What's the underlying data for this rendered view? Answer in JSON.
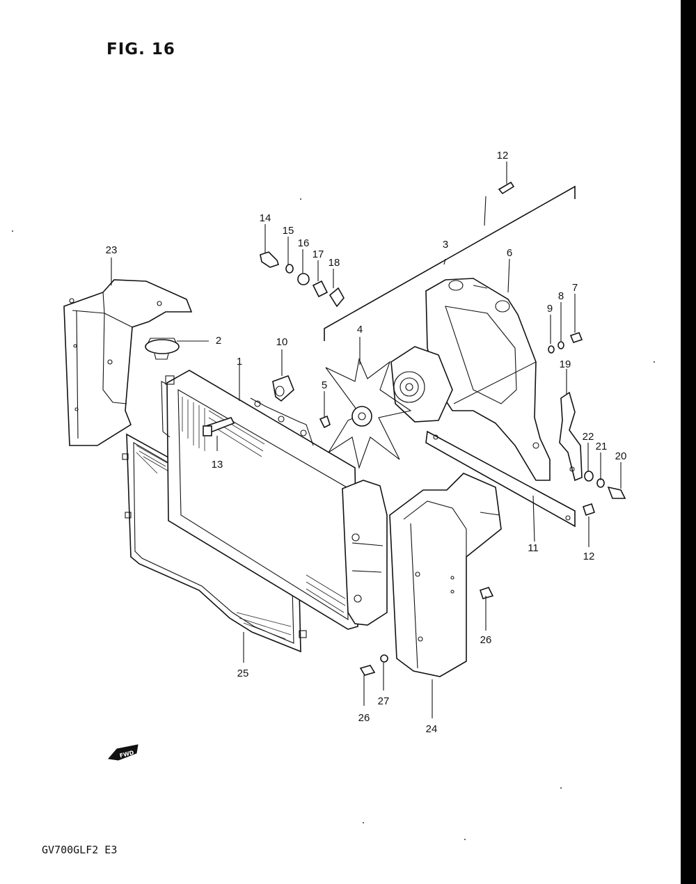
{
  "figure_title": "FIG. 16",
  "model_code": "GV700GLF2  E3",
  "fwd_label": "FWD",
  "callouts": [
    {
      "id": "12",
      "text": "12"
    },
    {
      "id": "14",
      "text": "14"
    },
    {
      "id": "15",
      "text": "15"
    },
    {
      "id": "16",
      "text": "16"
    },
    {
      "id": "17",
      "text": "17"
    },
    {
      "id": "18",
      "text": "18"
    },
    {
      "id": "23",
      "text": "23"
    },
    {
      "id": "3",
      "text": "3"
    },
    {
      "id": "6",
      "text": "6"
    },
    {
      "id": "7",
      "text": "7"
    },
    {
      "id": "8",
      "text": "8"
    },
    {
      "id": "9",
      "text": "9"
    },
    {
      "id": "2",
      "text": "2"
    },
    {
      "id": "10",
      "text": "10"
    },
    {
      "id": "1",
      "text": "1"
    },
    {
      "id": "4",
      "text": "4"
    },
    {
      "id": "5",
      "text": "5"
    },
    {
      "id": "19",
      "text": "19"
    },
    {
      "id": "13",
      "text": "13"
    },
    {
      "id": "22",
      "text": "22"
    },
    {
      "id": "21",
      "text": "21"
    },
    {
      "id": "20",
      "text": "20"
    },
    {
      "id": "11",
      "text": "11"
    },
    {
      "id": "12b",
      "text": "12"
    },
    {
      "id": "26",
      "text": "26"
    },
    {
      "id": "25",
      "text": "25"
    },
    {
      "id": "27",
      "text": "27"
    },
    {
      "id": "26b",
      "text": "26"
    },
    {
      "id": "24",
      "text": "24"
    }
  ]
}
